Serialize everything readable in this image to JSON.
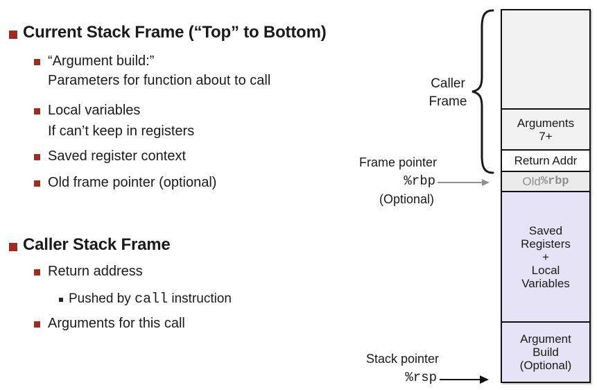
{
  "colors": {
    "accent_red": "#9e2c21",
    "text": "#1a1a1a",
    "box_border": "#111111",
    "caller_fill": "#f2f2f2",
    "return_addr_fill": "#fdfdfd",
    "old_rbp_fill": "#ebebeb",
    "old_rbp_text": "#8f8f8f",
    "frame_fill": "#e5e3f5",
    "arrow_gray": "#909090",
    "arrow_black": "#111111"
  },
  "slide": {
    "section_current": {
      "title": "Current Stack Frame (“Top” to Bottom)",
      "argument_build_line1": "“Argument build:”",
      "argument_build_line2": "Parameters for function about to call",
      "local_vars_line1": "Local variables",
      "local_vars_line2": "If can’t keep in registers",
      "saved_register": "Saved register context",
      "old_frame_pointer": "Old frame pointer (optional)"
    },
    "section_caller": {
      "title": "Caller Stack Frame",
      "return_address": "Return address",
      "pushed_by_prefix": "Pushed by ",
      "pushed_by_code": "call",
      "pushed_by_suffix": " instruction",
      "arguments": "Arguments for this call"
    }
  },
  "diagram": {
    "caller_frame_label": "Caller\nFrame",
    "boxes": {
      "caller_top": "",
      "arguments": "Arguments\n7+",
      "return_addr": "Return Addr",
      "old_rbp_prefix": "Old ",
      "old_rbp_reg": "%rbp",
      "saved_registers": "Saved\nRegisters\n+\nLocal\nVariables",
      "argument_build": "Argument\nBuild\n(Optional)"
    },
    "frame_pointer": {
      "label": "Frame pointer",
      "register": "%rbp",
      "note": "(Optional)"
    },
    "stack_pointer": {
      "label": "Stack pointer",
      "register": "%rsp"
    }
  }
}
